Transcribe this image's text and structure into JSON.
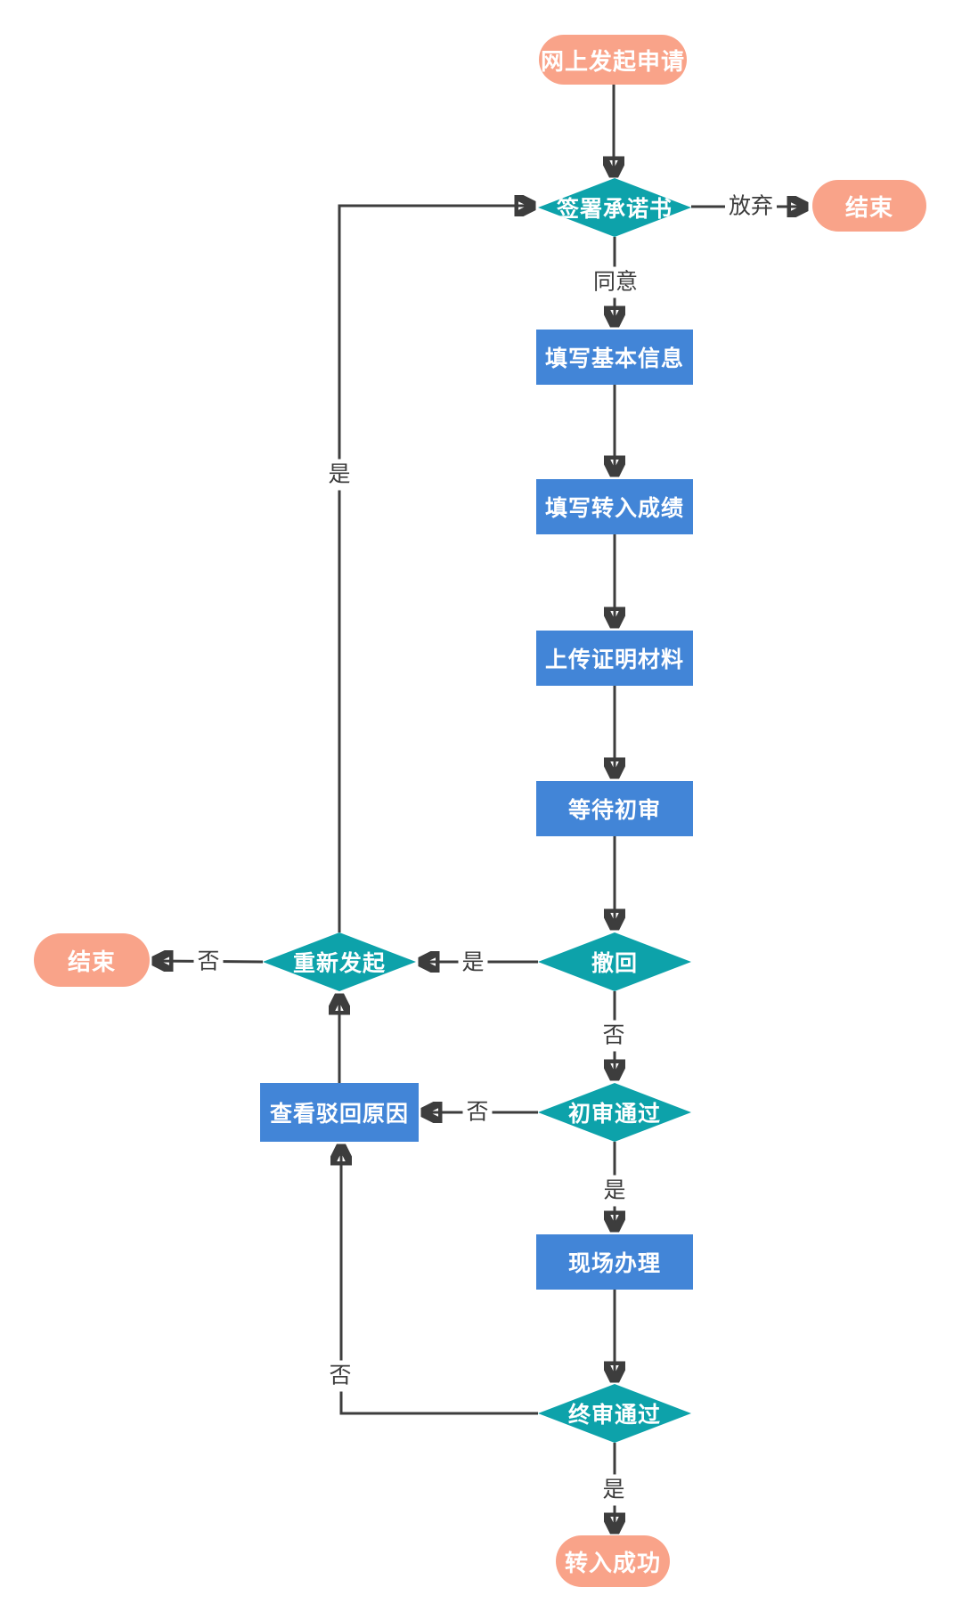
{
  "diagram": {
    "type": "flowchart",
    "background": "#ffffff"
  },
  "colors": {
    "process_fill": "#4285d7",
    "decision_fill": "#0da2aa",
    "terminal_fill": "#f9a389",
    "connector": "#3d3d3d",
    "edge_label_text": "#3c3c3c",
    "node_text": "#ffffff"
  },
  "nodes": {
    "start": {
      "type": "terminal",
      "label": "网上发起申请"
    },
    "sign_pledge": {
      "type": "decision",
      "label": "签署承诺书"
    },
    "end_top": {
      "type": "terminal",
      "label": "结束"
    },
    "fill_basic_info": {
      "type": "process",
      "label": "填写基本信息"
    },
    "fill_transfer_score": {
      "type": "process",
      "label": "填写转入成绩"
    },
    "upload_materials": {
      "type": "process",
      "label": "上传证明材料"
    },
    "wait_first_review": {
      "type": "process",
      "label": "等待初审"
    },
    "withdraw": {
      "type": "decision",
      "label": "撤回"
    },
    "restart": {
      "type": "decision",
      "label": "重新发起"
    },
    "end_left": {
      "type": "terminal",
      "label": "结束"
    },
    "first_review_pass": {
      "type": "decision",
      "label": "初审通过"
    },
    "view_reject_reason": {
      "type": "process",
      "label": "查看驳回原因"
    },
    "onsite_process": {
      "type": "process",
      "label": "现场办理"
    },
    "final_review_pass": {
      "type": "decision",
      "label": "终审通过"
    },
    "transfer_success": {
      "type": "terminal",
      "label": "转入成功"
    }
  },
  "edge_labels": {
    "abandon": "放弃",
    "agree": "同意",
    "yes": "是",
    "no": "否"
  },
  "edges": [
    {
      "from": "start",
      "to": "sign_pledge",
      "label": ""
    },
    {
      "from": "sign_pledge",
      "to": "end_top",
      "label": "放弃"
    },
    {
      "from": "sign_pledge",
      "to": "fill_basic_info",
      "label": "同意"
    },
    {
      "from": "fill_basic_info",
      "to": "fill_transfer_score",
      "label": ""
    },
    {
      "from": "fill_transfer_score",
      "to": "upload_materials",
      "label": ""
    },
    {
      "from": "upload_materials",
      "to": "wait_first_review",
      "label": ""
    },
    {
      "from": "wait_first_review",
      "to": "withdraw",
      "label": ""
    },
    {
      "from": "withdraw",
      "to": "restart",
      "label": "是"
    },
    {
      "from": "withdraw",
      "to": "first_review_pass",
      "label": "否"
    },
    {
      "from": "restart",
      "to": "end_left",
      "label": "否"
    },
    {
      "from": "restart",
      "to": "sign_pledge",
      "label": "是"
    },
    {
      "from": "first_review_pass",
      "to": "view_reject_reason",
      "label": "否"
    },
    {
      "from": "first_review_pass",
      "to": "onsite_process",
      "label": "是"
    },
    {
      "from": "view_reject_reason",
      "to": "restart",
      "label": ""
    },
    {
      "from": "onsite_process",
      "to": "final_review_pass",
      "label": ""
    },
    {
      "from": "final_review_pass",
      "to": "view_reject_reason",
      "label": "否"
    },
    {
      "from": "final_review_pass",
      "to": "transfer_success",
      "label": "是"
    }
  ]
}
